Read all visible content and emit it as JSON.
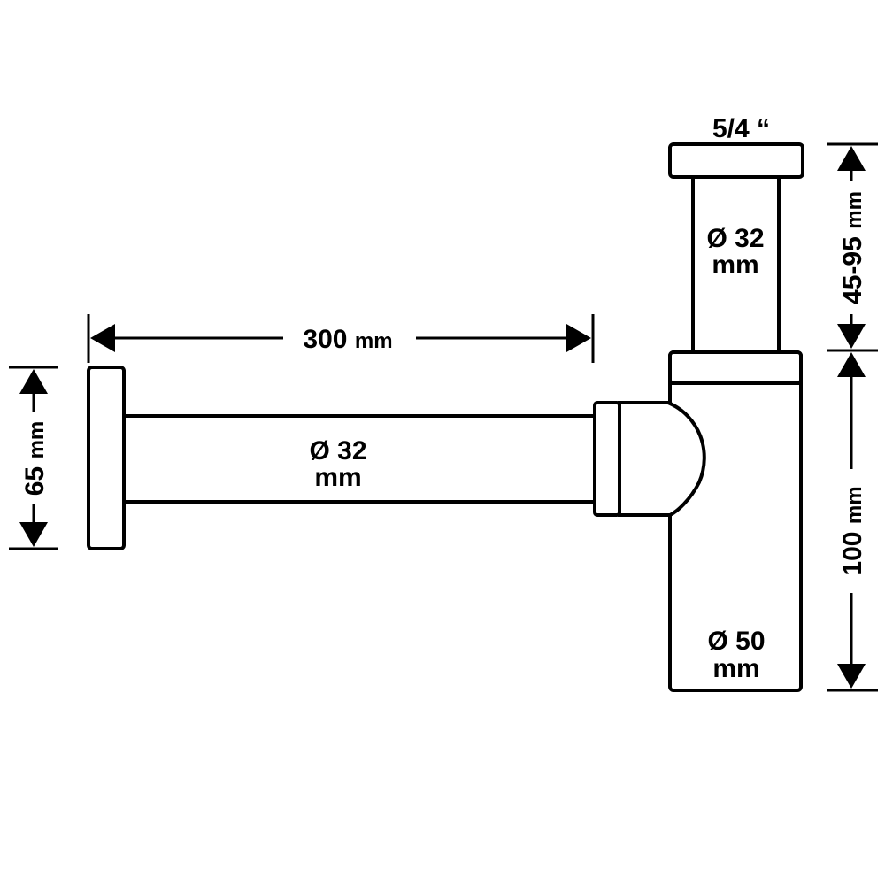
{
  "diagram": {
    "colors": {
      "stroke": "#000000",
      "fill": "#ffffff"
    },
    "dimensions": {
      "pipe_length": {
        "value": "300",
        "unit": "mm"
      },
      "wall_height": {
        "value": "65",
        "unit": "mm"
      },
      "inlet_range": {
        "value": "45-95",
        "unit": "mm"
      },
      "body_height": {
        "value": "100",
        "unit": "mm"
      }
    },
    "labels": {
      "thread": "5/4 “",
      "horizontal_pipe": {
        "value": "Ø 32",
        "unit": "mm"
      },
      "inlet_pipe": {
        "value": "Ø 32",
        "unit": "mm"
      },
      "body": {
        "value": "Ø 50",
        "unit": "mm"
      }
    }
  }
}
